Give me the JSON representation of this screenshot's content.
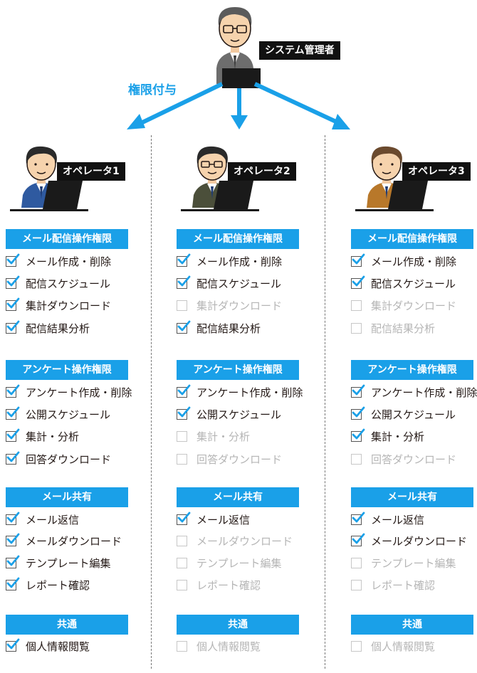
{
  "colors": {
    "accent": "#1aa0e8",
    "tag_bg": "#111111",
    "text_on": "#231815",
    "text_off": "#b5b5b5"
  },
  "admin": {
    "label": "システム管理者"
  },
  "grant_label": "権限付与",
  "operators": [
    {
      "label": "オペレータ1",
      "suit_color": "#2f5aa0",
      "sections": [
        {
          "title": "メール配信操作権限",
          "items": [
            {
              "label": "メール作成・削除",
              "checked": true
            },
            {
              "label": "配信スケジュール",
              "checked": true
            },
            {
              "label": "集計ダウンロード",
              "checked": true
            },
            {
              "label": "配信結果分析",
              "checked": true
            }
          ]
        },
        {
          "title": "アンケート操作権限",
          "items": [
            {
              "label": "アンケート作成・削除",
              "checked": true
            },
            {
              "label": "公開スケジュール",
              "checked": true
            },
            {
              "label": "集計・分析",
              "checked": true
            },
            {
              "label": "回答ダウンロード",
              "checked": true
            }
          ]
        },
        {
          "title": "メール共有",
          "items": [
            {
              "label": "メール返信",
              "checked": true
            },
            {
              "label": "メールダウンロード",
              "checked": true
            },
            {
              "label": "テンプレート編集",
              "checked": true
            },
            {
              "label": "レポート確認",
              "checked": true
            }
          ]
        },
        {
          "title": "共通",
          "items": [
            {
              "label": "個人情報閲覧",
              "checked": true
            }
          ]
        }
      ]
    },
    {
      "label": "オペレータ2",
      "suit_color": "#4b4f3a",
      "sections": [
        {
          "title": "メール配信操作権限",
          "items": [
            {
              "label": "メール作成・削除",
              "checked": true
            },
            {
              "label": "配信スケジュール",
              "checked": true
            },
            {
              "label": "集計ダウンロード",
              "checked": false
            },
            {
              "label": "配信結果分析",
              "checked": true
            }
          ]
        },
        {
          "title": "アンケート操作権限",
          "items": [
            {
              "label": "アンケート作成・削除",
              "checked": true
            },
            {
              "label": "公開スケジュール",
              "checked": true
            },
            {
              "label": "集計・分析",
              "checked": false
            },
            {
              "label": "回答ダウンロード",
              "checked": false
            }
          ]
        },
        {
          "title": "メール共有",
          "items": [
            {
              "label": "メール返信",
              "checked": true
            },
            {
              "label": "メールダウンロード",
              "checked": false
            },
            {
              "label": "テンプレート編集",
              "checked": false
            },
            {
              "label": "レポート確認",
              "checked": false
            }
          ]
        },
        {
          "title": "共通",
          "items": [
            {
              "label": "個人情報閲覧",
              "checked": false
            }
          ]
        }
      ]
    },
    {
      "label": "オペレータ3",
      "suit_color": "#b8782a",
      "sections": [
        {
          "title": "メール配信操作権限",
          "items": [
            {
              "label": "メール作成・削除",
              "checked": true
            },
            {
              "label": "配信スケジュール",
              "checked": true
            },
            {
              "label": "集計ダウンロード",
              "checked": false
            },
            {
              "label": "配信結果分析",
              "checked": false
            }
          ]
        },
        {
          "title": "アンケート操作権限",
          "items": [
            {
              "label": "アンケート作成・削除",
              "checked": true
            },
            {
              "label": "公開スケジュール",
              "checked": true
            },
            {
              "label": "集計・分析",
              "checked": true
            },
            {
              "label": "回答ダウンロード",
              "checked": false
            }
          ]
        },
        {
          "title": "メール共有",
          "items": [
            {
              "label": "メール返信",
              "checked": true
            },
            {
              "label": "メールダウンロード",
              "checked": true
            },
            {
              "label": "テンプレート編集",
              "checked": false
            },
            {
              "label": "レポート確認",
              "checked": false
            }
          ]
        },
        {
          "title": "共通",
          "items": [
            {
              "label": "個人情報閲覧",
              "checked": false
            }
          ]
        }
      ]
    }
  ]
}
